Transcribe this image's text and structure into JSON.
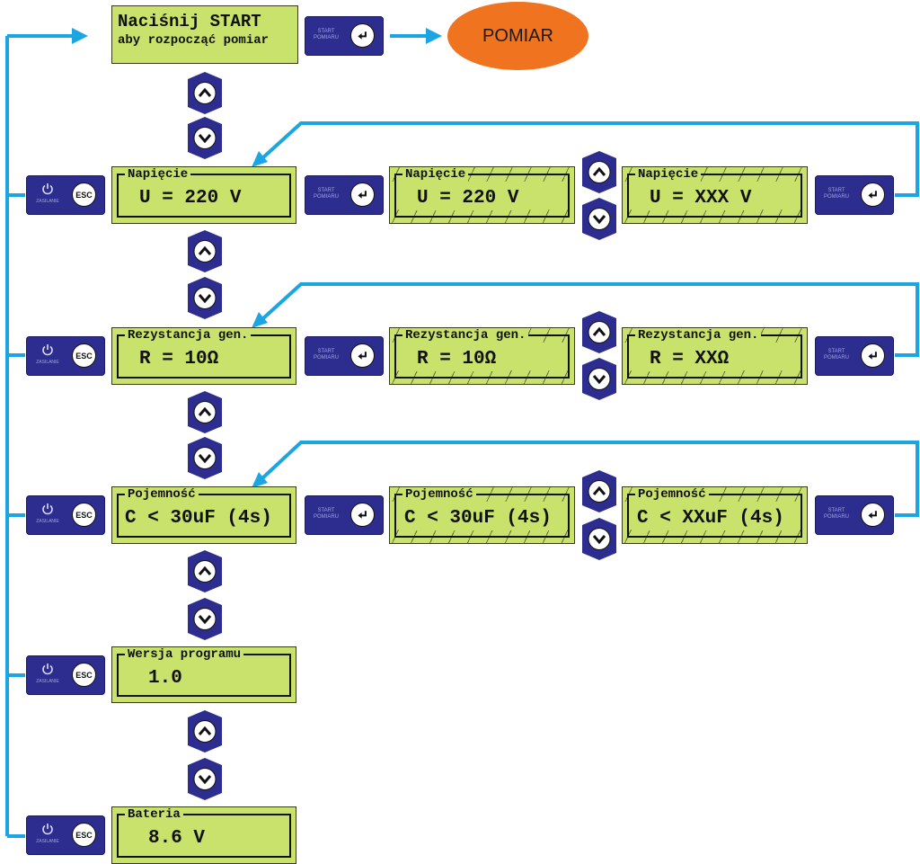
{
  "start_screen": {
    "line1": "Naciśnij START",
    "line2": "aby rozpocząć pomiar"
  },
  "measure_oval": "POMIAR",
  "buttons": {
    "start_caption_1": "START",
    "start_caption_2": "POMIARU",
    "esc_label": "ESC",
    "power_caption": "ZASILANIE"
  },
  "icons": {
    "up": "chevron-up-icon",
    "down": "chevron-down-icon",
    "enter": "enter-icon",
    "power": "power-icon"
  },
  "colors": {
    "lcd": "#c9e26b",
    "button": "#2c2d8e",
    "flow": "#1ba6e3",
    "oval": "#f07320"
  },
  "menu": [
    {
      "title": "Napięcie",
      "value": "U = 220 V",
      "editing_value": "U = 220 V",
      "edited_value": "U = XXX V"
    },
    {
      "title": "Rezystancja gen.",
      "value": "R = 10Ω",
      "editing_value": "R = 10Ω",
      "edited_value": "R = XXΩ"
    },
    {
      "title": "Pojemność",
      "value": "C < 30uF (4s)",
      "editing_value": "C < 30uF (4s)",
      "edited_value": "C < XXuF (4s)"
    },
    {
      "title": "Wersja programu",
      "value": "1.0"
    },
    {
      "title": "Bateria",
      "value": "8.6 V"
    }
  ]
}
